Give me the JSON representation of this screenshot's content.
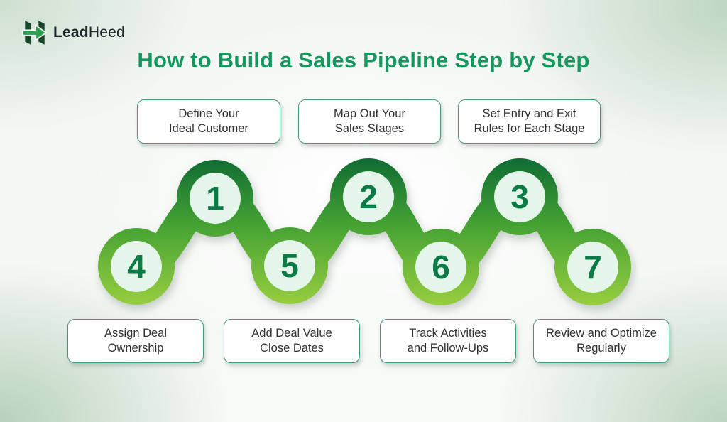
{
  "logo": {
    "brand_bold": "Lead",
    "brand_light": "Heed",
    "icon": "leadheed-arrow-mark"
  },
  "title": "How to Build a Sales Pipeline Step by Step",
  "steps": [
    {
      "number": "1",
      "label_line1": "Define Your",
      "label_line2": "Ideal Customer"
    },
    {
      "number": "2",
      "label_line1": "Map Out Your",
      "label_line2": "Sales Stages"
    },
    {
      "number": "3",
      "label_line1": "Set Entry and Exit",
      "label_line2": "Rules for Each Stage"
    },
    {
      "number": "4",
      "label_line1": "Assign Deal",
      "label_line2": "Ownership"
    },
    {
      "number": "5",
      "label_line1": "Add Deal Value",
      "label_line2": "Close Dates"
    },
    {
      "number": "6",
      "label_line1": "Track Activities",
      "label_line2": "and Follow-Ups"
    },
    {
      "number": "7",
      "label_line1": "Review and Optimize",
      "label_line2": "Regularly"
    }
  ],
  "colors": {
    "title_green": "#14985f",
    "number_green": "#0b7b45",
    "circle_mint": "#e4f5ea",
    "box_border": "#44997a",
    "box_text": "#2f3230",
    "pipe_top": "#0e6a33",
    "pipe_mid": "#44a233",
    "pipe_bottom": "#9bcf40",
    "logo_dark": "#16452a",
    "logo_green": "#2e9e4f",
    "logo_text": "#1d242c"
  }
}
